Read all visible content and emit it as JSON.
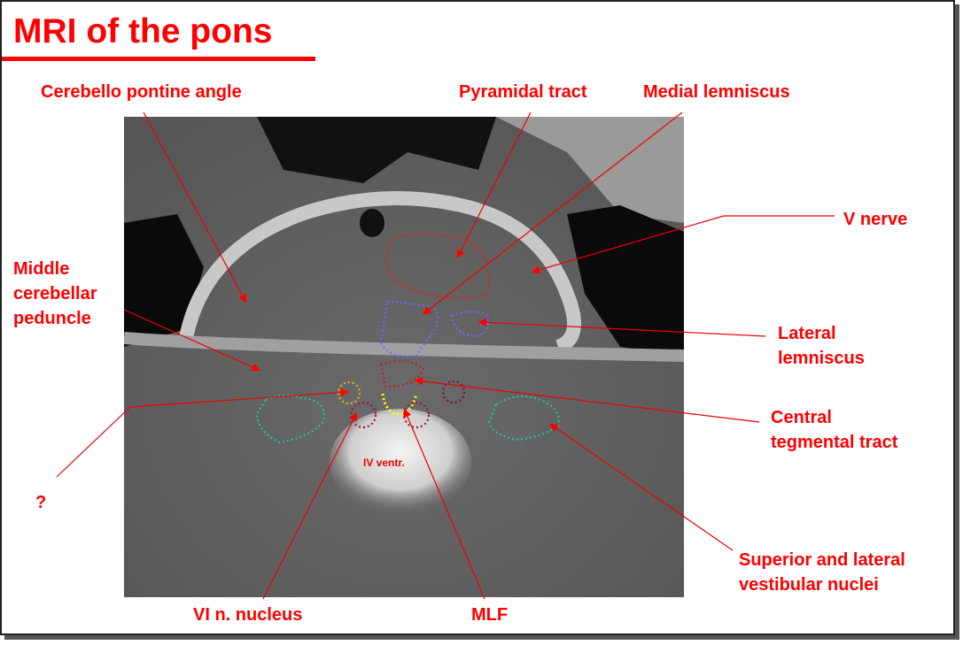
{
  "title": "MRI of the pons",
  "labels": {
    "cpa": "Cerebello pontine angle",
    "pyramidal": "Pyramidal tract",
    "medial_lemniscus": "Medial lemniscus",
    "v_nerve": "V nerve",
    "mcp1": "Middle",
    "mcp2": "cerebellar",
    "mcp3": "peduncle",
    "ll1": "Lateral",
    "ll2": "lemniscus",
    "ctt1": "Central",
    "ctt2": "tegmental tract",
    "question": "?",
    "vest1": "Superior and lateral",
    "vest2": "vestibular nuclei",
    "vi": "VI n. nucleus",
    "mlf": "MLF",
    "ivv": "IV ventr."
  },
  "colors": {
    "accent": "#ff0000",
    "pyramidal": "#e02020",
    "lemniscus": "#6a6aff",
    "vestibular": "#20c0a0",
    "mlf": "#ffff00",
    "vi": "#a01040"
  }
}
